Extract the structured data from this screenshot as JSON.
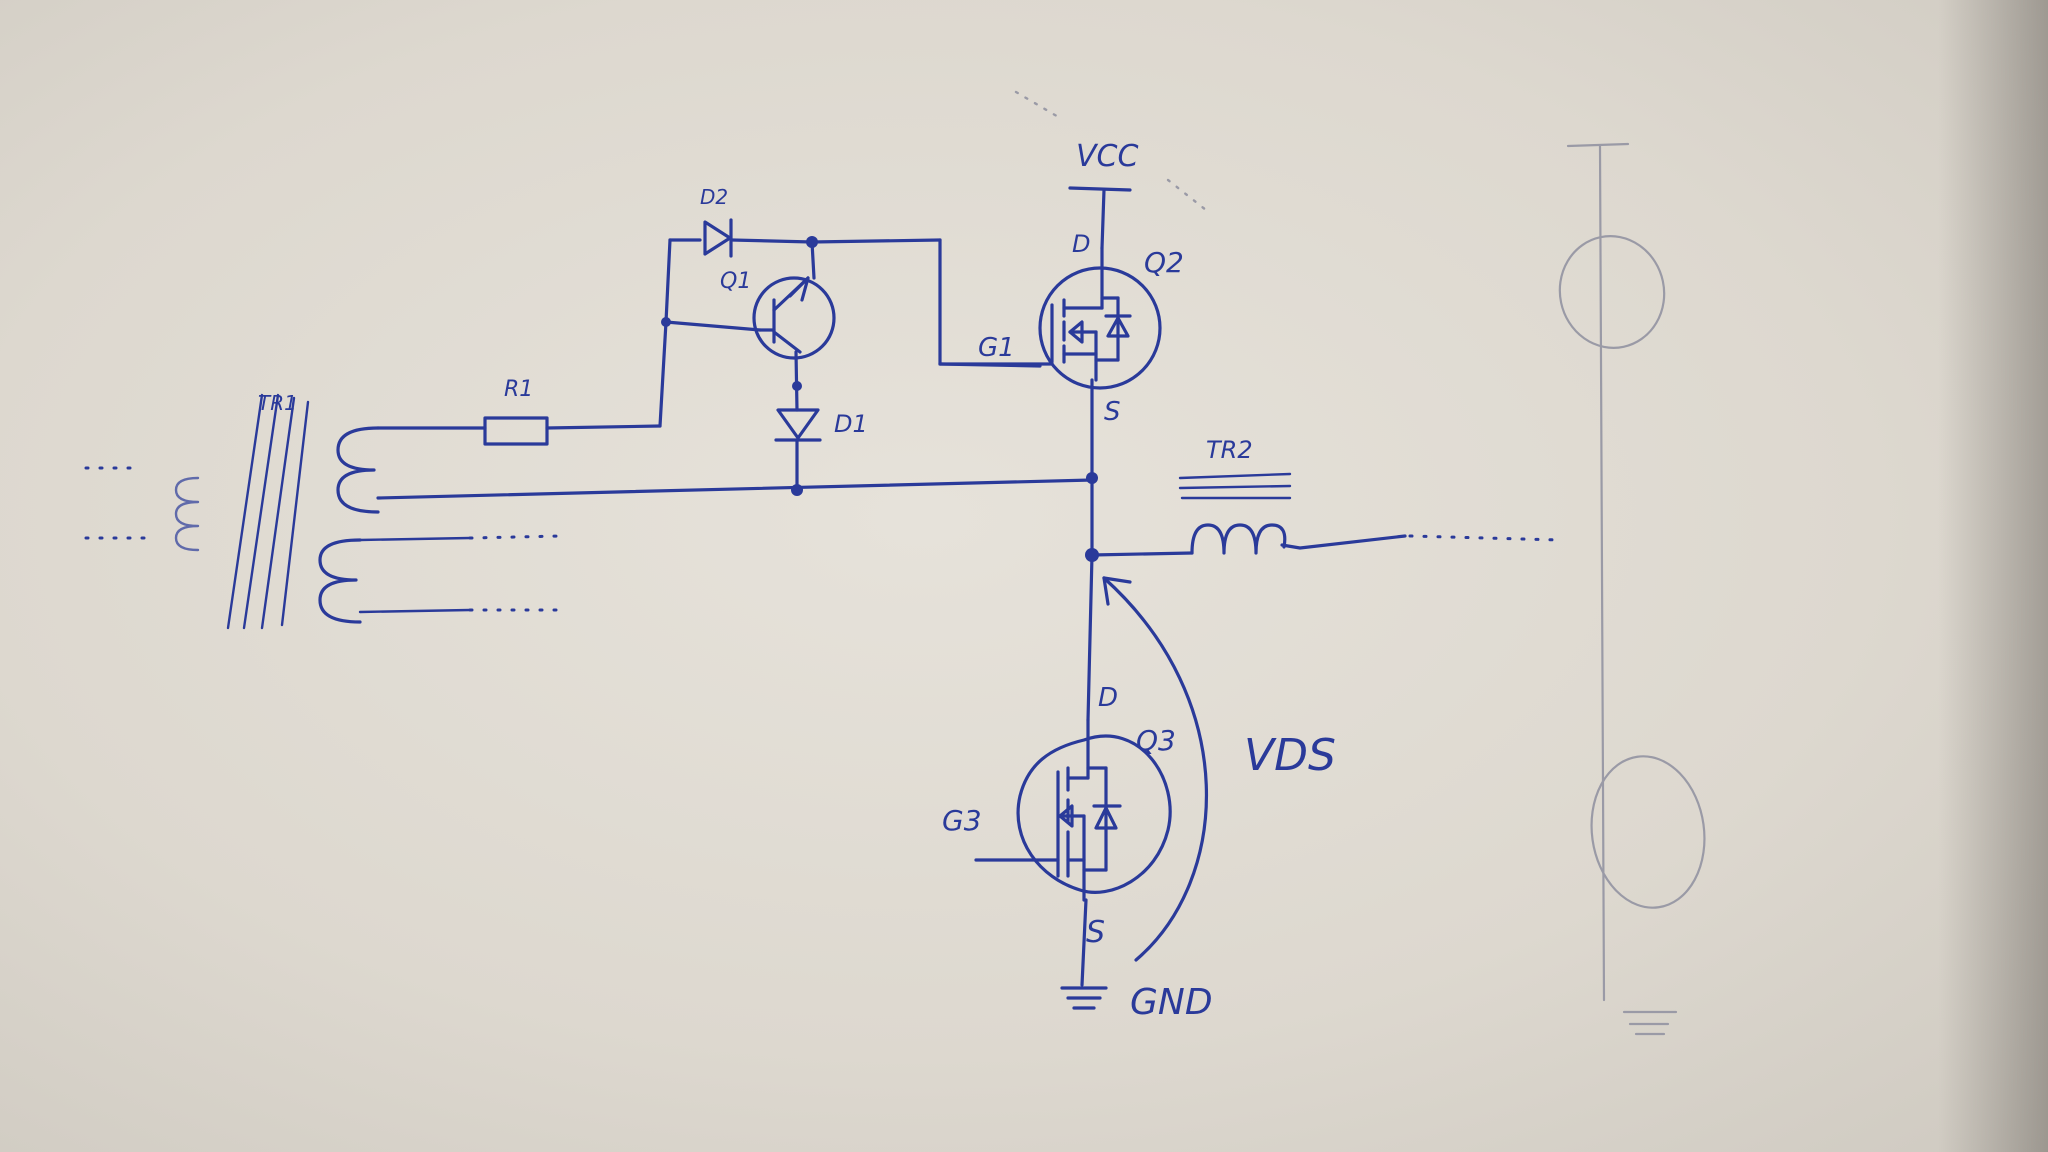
{
  "labels": {
    "vcc": "VCC",
    "d2": "D2",
    "q1": "Q1",
    "d1": "D1",
    "r1": "R1",
    "tr1": "TR1",
    "g1": "G1",
    "q2_d": "D",
    "q2": "Q2",
    "q2_s": "S",
    "tr2": "TR2",
    "q3_d": "D",
    "q3": "Q3",
    "g3": "G3",
    "q3_s": "S",
    "gnd": "GND",
    "vds": "VDS"
  },
  "colors": {
    "ink": "#2a3a9a",
    "pencil": "#9a9aa6",
    "paper": "#ddd8cf"
  }
}
